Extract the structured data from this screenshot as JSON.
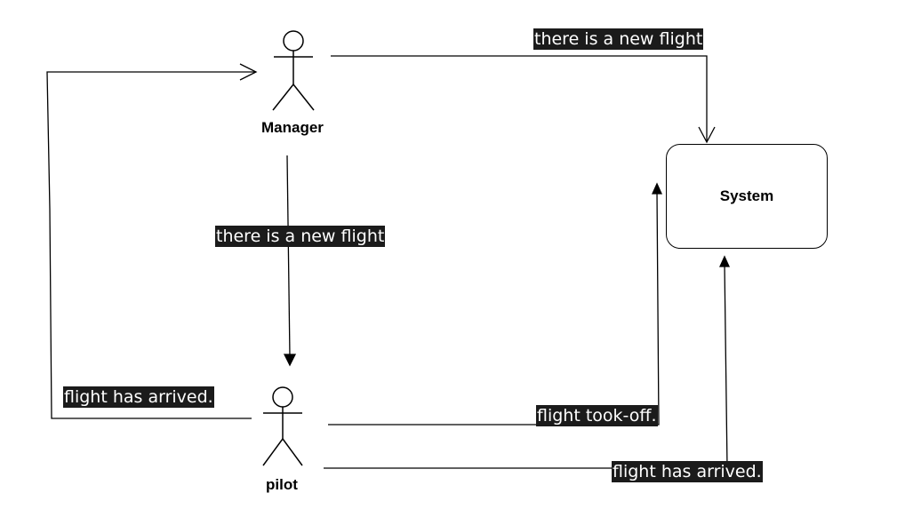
{
  "diagram": {
    "actors": {
      "manager": {
        "label": "Manager"
      },
      "pilot": {
        "label": "pilot"
      }
    },
    "system": {
      "label": "System"
    },
    "edges": {
      "manager_to_system": {
        "label": "there is a new flight"
      },
      "manager_to_pilot": {
        "label": "there is a new flight"
      },
      "pilot_to_manager": {
        "label": "flight has arrived."
      },
      "pilot_takeoff_to_system": {
        "label": "flight took-off."
      },
      "pilot_arrived_to_system": {
        "label": "flight has arrived."
      }
    },
    "colors": {
      "stroke": "#000000",
      "label_background": "#1b1b1b",
      "label_text": "#ffffff",
      "background": "#ffffff"
    }
  }
}
